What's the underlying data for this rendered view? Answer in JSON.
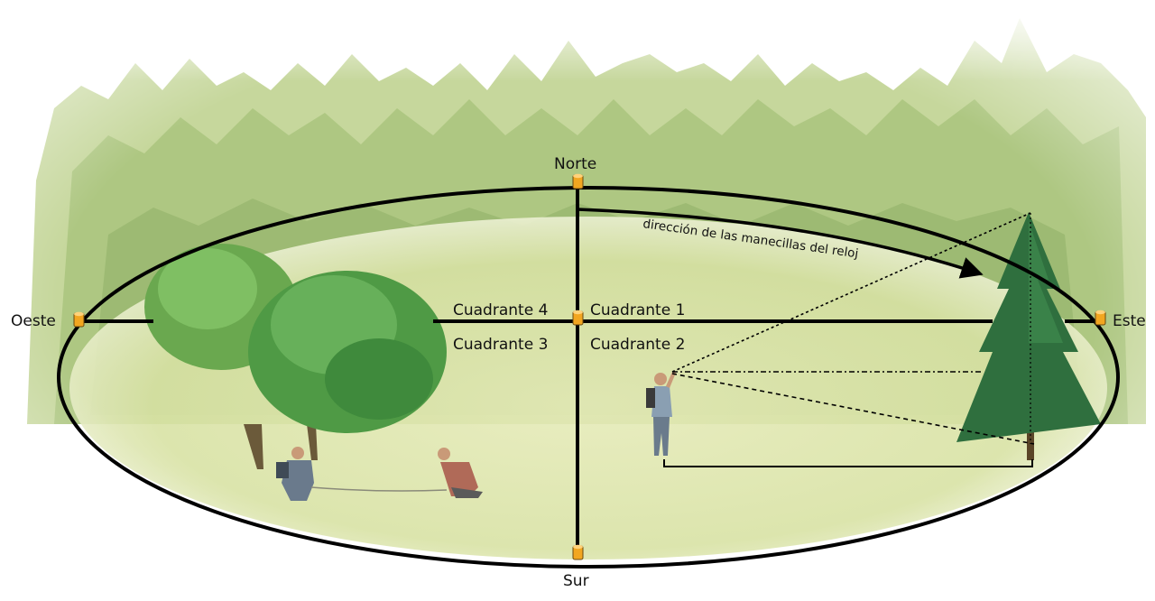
{
  "cardinal": {
    "north": "Norte",
    "south": "Sur",
    "east": "Este",
    "west": "Oeste"
  },
  "quadrants": {
    "q1": "Cuadrante 1",
    "q2": "Cuadrante 2",
    "q3": "Cuadrante 3",
    "q4": "Cuadrante 4"
  },
  "direction_label": "dirección de las manecillas del reloj",
  "colors": {
    "line": "#000000",
    "marker": "#f2a620",
    "forest_light": "#c9d99a",
    "forest_dark": "#6f9a4a",
    "meadow": "#dfe6b0",
    "conifer": "#2f6f3e",
    "bush": "#5aa34a"
  }
}
